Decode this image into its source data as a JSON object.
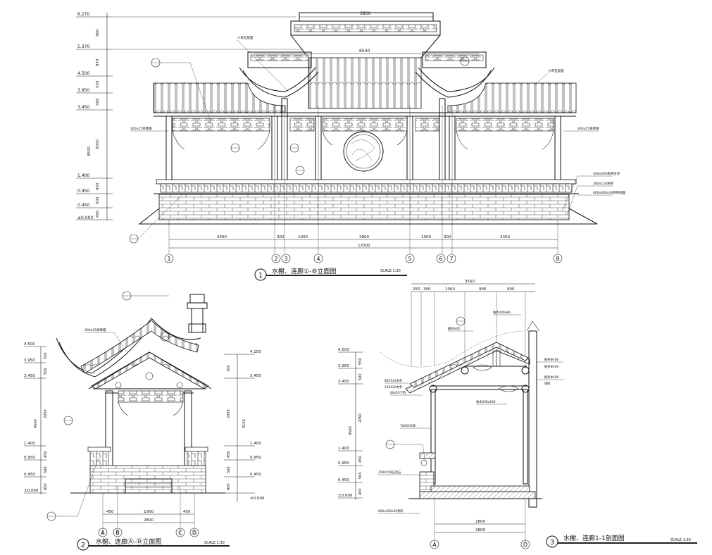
{
  "view1": {
    "title": "水榭、连廊①-⑧立面图",
    "number": "1",
    "scale": "SCALE 1:30",
    "top_dims": [
      "3950",
      "6540"
    ],
    "elevations": [
      "6.270",
      "5.370",
      "4.500",
      "3.950",
      "3.450",
      "1.400",
      "0.950",
      "0.450",
      "±0.000"
    ],
    "vert_dims": [
      "900",
      "870",
      "550",
      "500",
      "2050",
      "450",
      "500",
      "450",
      "4500"
    ],
    "bottom_dims": [
      "3300",
      "300",
      "1000",
      "2800",
      "1000",
      "300",
      "3300"
    ],
    "total_dim": "12000",
    "axes": [
      "1",
      "2",
      "3",
      "4",
      "5",
      "6",
      "7",
      "8"
    ],
    "notes": [
      "300x25青砖檐",
      "300x25青砖檐",
      "400x200青砖压顶",
      "300x150青砖",
      "600x300x30青砖贴面",
      "小青瓦屋面",
      "小青瓦屋面"
    ]
  },
  "view2": {
    "title": "水榭、连廊Ⓐ-Ⓓ立面图",
    "number": "2",
    "scale": "SCALE 1:30",
    "elevations_left": [
      "4.500",
      "3.950",
      "3.450",
      "1.400",
      "0.950",
      "0.450",
      "±0.000"
    ],
    "elevations_right": [
      "4.150",
      "3.450",
      "1.400",
      "0.950",
      "0.450",
      "±0.000"
    ],
    "vert_dims_left": [
      "550",
      "500",
      "2050",
      "450",
      "500",
      "450",
      "4500"
    ],
    "vert_dims_right": [
      "700",
      "2050",
      "450",
      "500",
      "450",
      "4150"
    ],
    "bottom_dims": [
      "450",
      "1900",
      "450"
    ],
    "total_dim": "2800",
    "axes": [
      "A",
      "B",
      "C",
      "D"
    ],
    "notes": [
      "300x25青砖檐"
    ]
  },
  "view3": {
    "title": "水榭、连廊1-1剖面图",
    "number": "3",
    "scale": "SCALE 1:30",
    "elevations": [
      "4.500",
      "3.950",
      "3.450",
      "1.400",
      "0.950",
      "0.450",
      "±0.000"
    ],
    "vert_dims": [
      "550",
      "500",
      "2050",
      "450",
      "500",
      "450",
      "4500"
    ],
    "top_dims": [
      "250",
      "300",
      "1000",
      "900",
      "900"
    ],
    "top_total": "3550",
    "bottom_dim": "2800",
    "inner_dim": "2800",
    "axes": [
      "A",
      "D"
    ],
    "notes": [
      "80X120木条",
      "150X20木条",
      "60x50下档",
      "70X55木条",
      "350X150压顶石",
      "600x300x30青砖",
      "檩条Φ160",
      "檩条Φ160",
      "檩条Φ180",
      "望砖",
      "枋木200x80",
      "枋木200x140",
      "椽80x60"
    ]
  },
  "colors": {
    "line": "#111111",
    "paper": "#ffffff"
  }
}
